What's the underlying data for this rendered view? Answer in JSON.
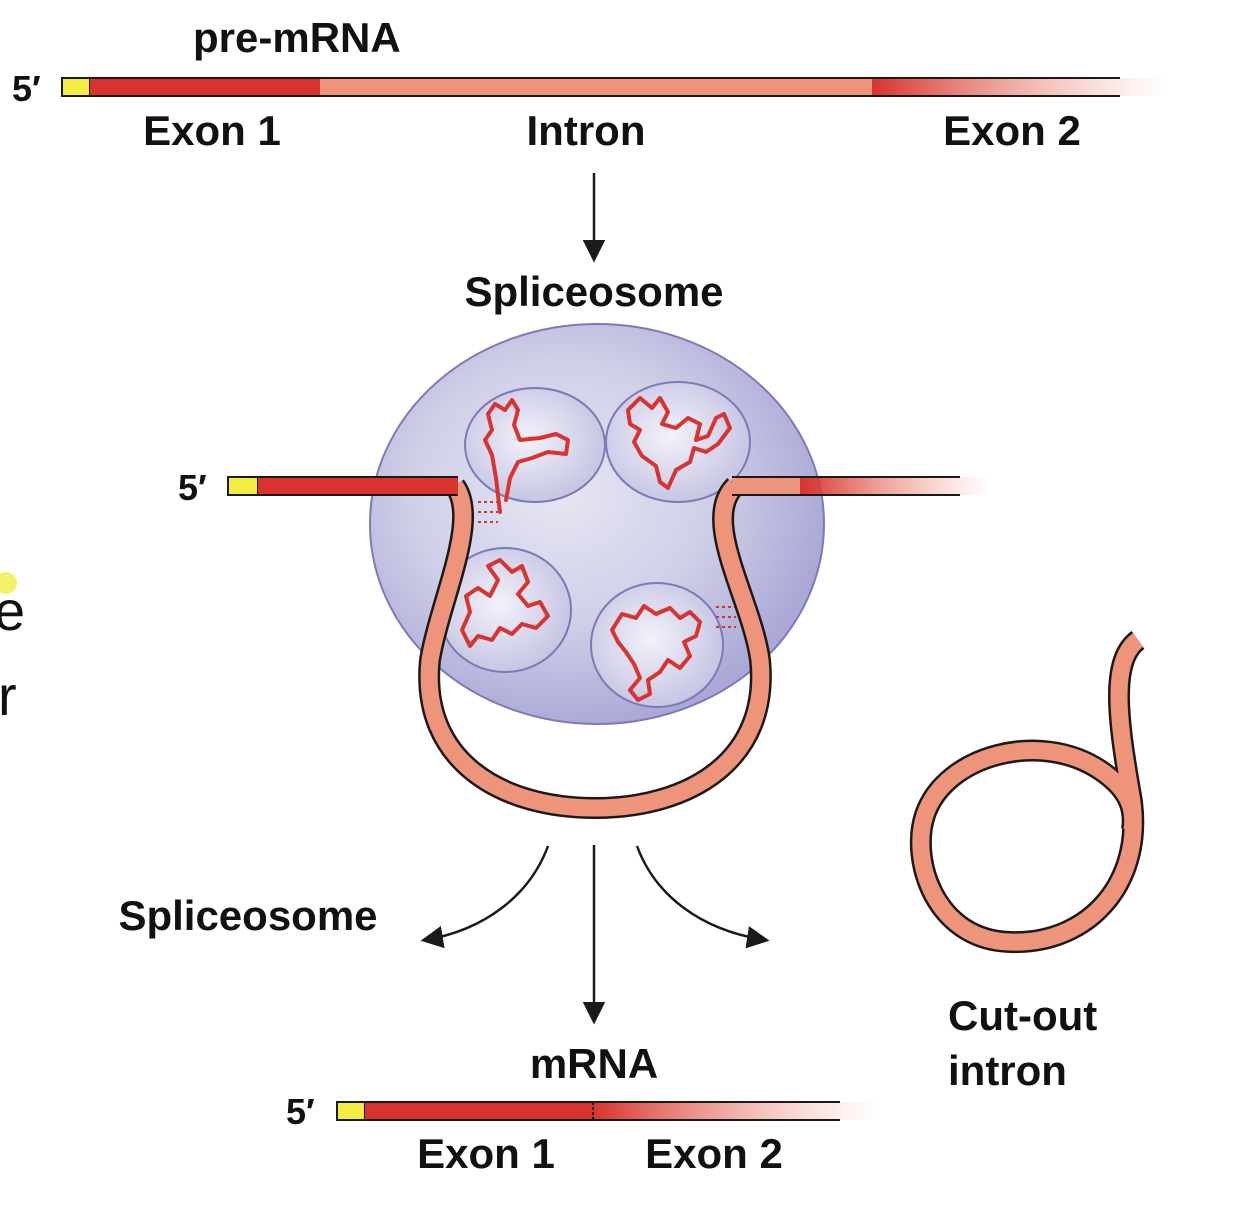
{
  "colors": {
    "cap": "#f3ec42",
    "exon": "#d9332f",
    "intron": "#ee947a",
    "outline": "#1a1a1a",
    "spliceosome_fill": "#b7b6dc",
    "spliceosome_highlight": "#e6e6f3",
    "snrna": "#d9332f",
    "text": "#111111",
    "highlight_dot": "#f4f26a"
  },
  "labels": {
    "pre_mrna": "pre-mRNA",
    "five_prime": "5′",
    "exon1": "Exon 1",
    "intron": "Intron",
    "exon2": "Exon 2",
    "spliceosome_top": "Spliceosome",
    "spliceosome_release": "Spliceosome",
    "mrna": "mRNA",
    "cut_out_intron_line1": "Cut-out",
    "cut_out_intron_line2": "intron"
  },
  "clipped_text": {
    "line1": "e",
    "line2": "r"
  }
}
